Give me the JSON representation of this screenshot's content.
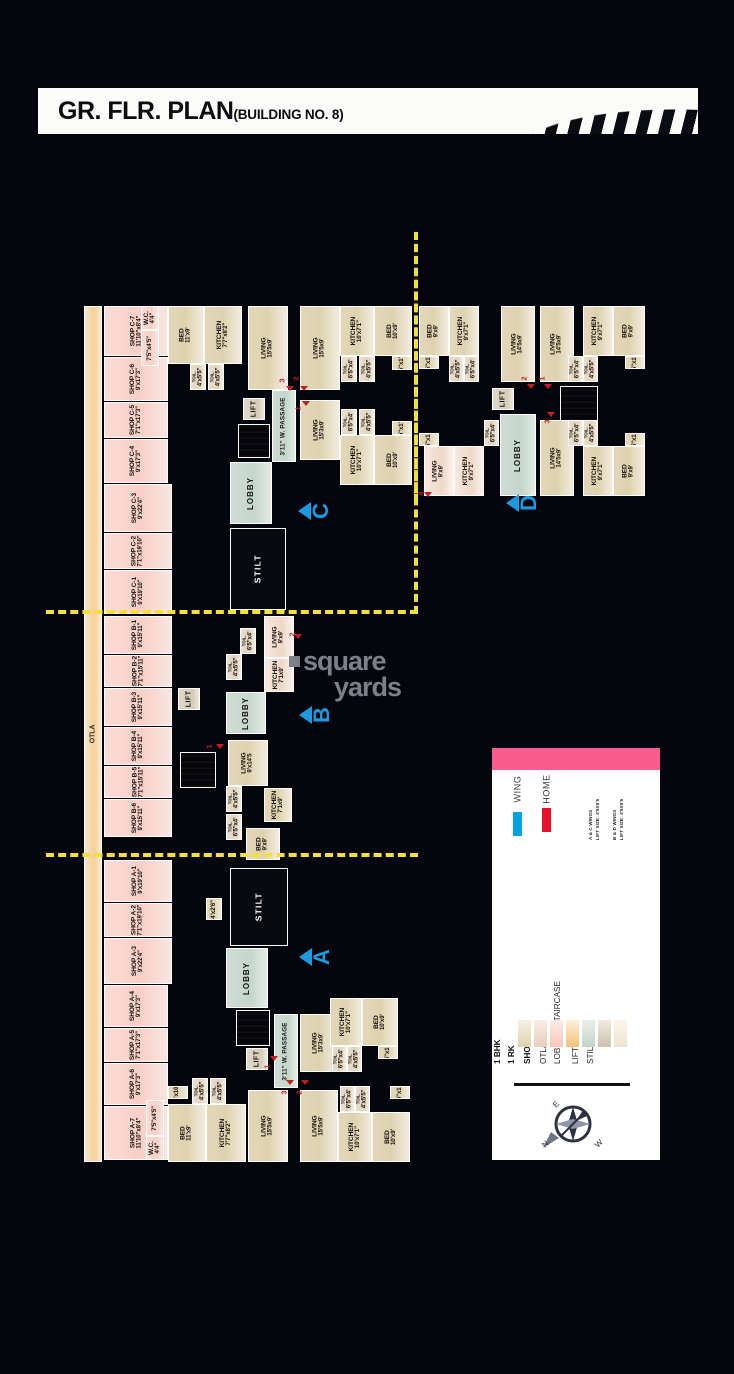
{
  "header": {
    "title": "GR. FLR. PLAN",
    "subtitle": "(BUILDING NO. 8)",
    "stripes_icon": "diagonal-stripes"
  },
  "watermark": {
    "line1": "square",
    "line2": "yards",
    "mark": "square-logo-icon"
  },
  "wings": [
    {
      "id": "C",
      "label": "C"
    },
    {
      "id": "D",
      "label": "D"
    },
    {
      "id": "B",
      "label": "B"
    },
    {
      "id": "A",
      "label": "A"
    }
  ],
  "otla_label": "OTLA",
  "shops": {
    "C": [
      {
        "name": "SHOP C-7",
        "dim": "11'10\"x8'4\""
      },
      {
        "name": "SHOP C-6",
        "dim": "9'x17'3\""
      },
      {
        "name": "SHOP C-5",
        "dim": "7'1\"x17'3\""
      },
      {
        "name": "SHOP C-4",
        "dim": "9'x17'3\""
      },
      {
        "name": "SHOP C-3",
        "dim": "9'x22'4\""
      },
      {
        "name": "SHOP C-2",
        "dim": "7'1\"x19'10\""
      },
      {
        "name": "SHOP C-1",
        "dim": "9'x19'10\""
      }
    ],
    "B": [
      {
        "name": "SHOP B-1",
        "dim": "9'x15'11\""
      },
      {
        "name": "SHOP B-2",
        "dim": "7'1\"x15'11\""
      },
      {
        "name": "SHOP B-3",
        "dim": "9'x15'11\""
      },
      {
        "name": "SHOP B-4",
        "dim": "9'x15'11\""
      },
      {
        "name": "SHOP B-5",
        "dim": "7'1\"x15'11\""
      },
      {
        "name": "SHOP B-6",
        "dim": "9'x15'11\""
      }
    ],
    "A": [
      {
        "name": "SHOP A-1",
        "dim": "9'x19'10\""
      },
      {
        "name": "SHOP A-2",
        "dim": "7'1\"x19'10\""
      },
      {
        "name": "SHOP A-3",
        "dim": "9'x22'4\""
      },
      {
        "name": "SHOP A-4",
        "dim": "9'x17'3\""
      },
      {
        "name": "SHOP A-5",
        "dim": "7'1\"x17'3\""
      },
      {
        "name": "SHOP A-6",
        "dim": "9'x17'3\""
      },
      {
        "name": "SHOP A-7",
        "dim": "11'10\"x8'4\""
      }
    ]
  },
  "rooms": {
    "wc": {
      "name": "W.C.",
      "dim": "4'4\""
    },
    "wc_adj": {
      "name": "",
      "dim": "7'5\"x4'5\""
    },
    "bed_11x9": {
      "name": "BED",
      "dim": "11'x9'"
    },
    "kitchen_77x82": {
      "name": "KITCHEN",
      "dim": "7'7\"x8'2\""
    },
    "living_155x9": {
      "name": "LIVING",
      "dim": "15'5x9'"
    },
    "living_153x9": {
      "name": "LIVING",
      "dim": "15'3x9'"
    },
    "living_145x9": {
      "name": "LIVING",
      "dim": "14'5x9'"
    },
    "living_9x9": {
      "name": "LIVING",
      "dim": "9'x9'"
    },
    "living_9x145": {
      "name": "LIVING",
      "dim": "9'x14'5"
    },
    "kitchen_10x71": {
      "name": "KITCHEN",
      "dim": "10'x7'1\""
    },
    "kitchen_9x71": {
      "name": "KITCHEN",
      "dim": "9'x7'1\""
    },
    "kitchen_71x9": {
      "name": "KITCHEN",
      "dim": "7'1x9'"
    },
    "bed_10x9": {
      "name": "BED",
      "dim": "10'x9'"
    },
    "bed_9x9": {
      "name": "BED",
      "dim": "9'x9'"
    },
    "toil_4x55": {
      "name": "TOIL.",
      "dim": "4'x5'5\""
    },
    "toil_65x4": {
      "name": "TOIL.",
      "dim": "6'5\"x4'"
    },
    "duct": {
      "name": "",
      "dim": "5'5\"x1'8\""
    },
    "duct2": {
      "name": "",
      "dim": "5'x10\""
    },
    "lobby": {
      "name": "LOBBY",
      "dim": ""
    },
    "lift": {
      "name": "LIFT",
      "dim": ""
    },
    "stilt": {
      "name": "STILT",
      "dim": ""
    },
    "passage": {
      "name": "3'11\" W. PASSAGE",
      "dim": ""
    },
    "passage_d": {
      "name": "4'x2'6\"",
      "dim": ""
    }
  },
  "entry_numbers": [
    "1",
    "2",
    "3",
    "4"
  ],
  "legend": {
    "top_bar_color": "#fb5c8d",
    "wing_home": {
      "wing_label": "WING",
      "home_label": "HOME",
      "wing_color": "#00a3e0",
      "home_color": "#e8102a"
    },
    "lift_notes": [
      "A & C WINGS",
      "LIFT SIZE: 4'9X5'5",
      "B & D WINGS",
      "LIFT SIZE: 4'9X5'6"
    ],
    "keys": [
      {
        "label": "1 BHK",
        "bold": true,
        "color": "#ded2ae"
      },
      {
        "label": "1 RK",
        "bold": true,
        "color": "#efd8c9"
      },
      {
        "label": "SHOPS",
        "bold": true,
        "color": "#f9cfc6"
      },
      {
        "label": "OTLA",
        "bold": false,
        "color": "#f7cf96"
      },
      {
        "label": "LOBBY & STAIRCASE",
        "bold": false,
        "color": "#c6d6cd"
      },
      {
        "label": "LIFT",
        "bold": false,
        "color": "#d6ccb8"
      },
      {
        "label": "STILT",
        "bold": false,
        "color": "#f3ece0"
      }
    ],
    "compass": {
      "icon": "compass-rose-icon",
      "n": "N",
      "e": "E",
      "w": "W"
    }
  }
}
